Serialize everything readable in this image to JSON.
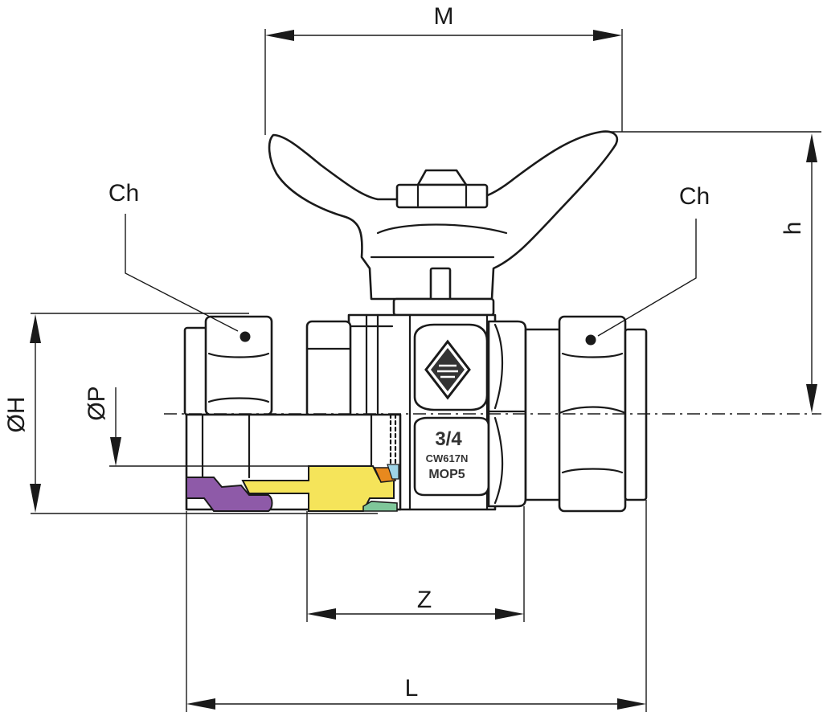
{
  "dimensions": {
    "M": "M",
    "h": "h",
    "H": "ØH",
    "P": "ØP",
    "Z": "Z",
    "L": "L",
    "Ch_left": "Ch",
    "Ch_right": "Ch"
  },
  "body_marking": {
    "size": "3/4",
    "material": "CW617N",
    "pressure": "MOP5"
  },
  "section_colors": {
    "nut_section": "#8e5aa8",
    "insert_section": "#f5e45a",
    "seal_section": "#e8891e",
    "ring_section": "#7fc79a",
    "spacer_section": "#9fd4e6"
  }
}
